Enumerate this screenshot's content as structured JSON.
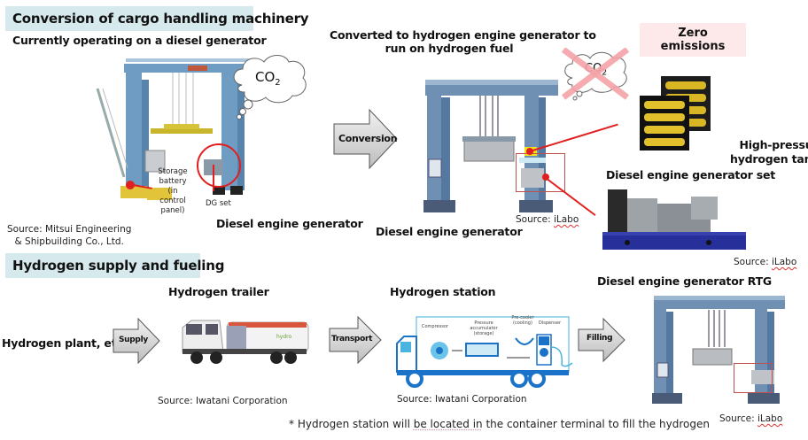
{
  "top_section": {
    "header": "Conversion of cargo handling machinery",
    "current_caption": "Currently operating on a diesel generator",
    "co2_cloud": {
      "text_main": "CO",
      "text_sub": "2"
    },
    "storage_battery_label": [
      "Storage",
      "battery",
      "(in",
      "control",
      "panel)"
    ],
    "dg_set_label": "DG set",
    "left_label": "Diesel engine generator",
    "left_source": [
      "Source: Mitsui Engineering",
      "& Shipbuilding Co., Ltd."
    ],
    "conversion_arrow": "Conversion",
    "converted_caption": [
      "Converted to hydrogen engine generator to",
      "run on hydrogen fuel"
    ],
    "zero_emissions": "Zero emissions",
    "crossed_co2": {
      "text_main": "CO",
      "text_sub": "2"
    },
    "middle_label": "Diesel engine generator",
    "middle_source_prefix": "Source: ",
    "middle_source_name": "iLabo",
    "tanks_label": [
      "High-pressure",
      "hydrogen tanks"
    ],
    "genset_label": "Diesel engine generator set",
    "genset_source_prefix": "Source: ",
    "genset_source_name": "iLabo"
  },
  "bottom_section": {
    "header": "Hydrogen supply and fueling",
    "plant_label": "Hydrogen plant, etc.",
    "supply_arrow": "Supply",
    "trailer_title": "Hydrogen trailer",
    "trailer_source": "Source: Iwatani Corporation",
    "transport_arrow": "Transport",
    "station_title": "Hydrogen station",
    "station_components": [
      {
        "label": "Compressor"
      },
      {
        "label": "Pressure accumulator (storage)"
      },
      {
        "label": "Pre-cooler (cooling)"
      },
      {
        "label": "Dispenser"
      }
    ],
    "station_source": "Source: Iwatani Corporation",
    "filling_arrow": "Filling",
    "rtg_title": "Diesel engine generator RTG",
    "rtg_source_prefix": "Source: ",
    "rtg_source_name": "iLabo",
    "footnote_pre": "* Hydrogen station will ",
    "footnote_underlined": "be located in",
    "footnote_post": " the container terminal to fill the hydrogen"
  },
  "colors": {
    "section_header_bg": "#d6e9ec",
    "zero_emissions_bg": "#fde8ea",
    "highlight_red": "#e02020",
    "crane_blue": "#6f9cc2",
    "cross_pink": "#f4a3a8"
  }
}
